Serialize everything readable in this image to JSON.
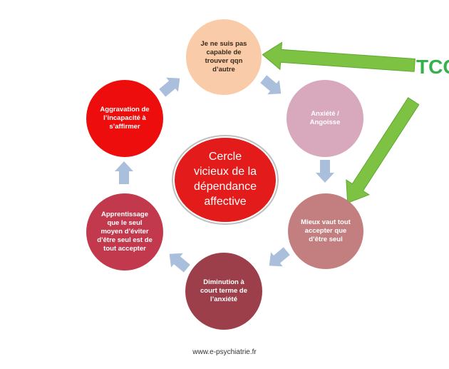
{
  "colors": {
    "arrow_blue": "#a9bfdc",
    "arrow_green": "#7dc242",
    "arrow_green_stroke": "#5ea932",
    "tcc_green": "#33b14b",
    "center_fill": "#e31a1a",
    "center_stroke": "#9b2020"
  },
  "diagram": {
    "center": {
      "text": "Cercle\nvicieux de la\ndépendance\naffective",
      "color": "#e41b1b"
    },
    "nodes": [
      {
        "text": "Je ne suis pas\ncapable de\ntrouver qqn\nd’autre",
        "color": "#f9cba8",
        "text_color": "#3a2a1a"
      },
      {
        "text": "Anxiété /\nAngoisse",
        "color": "#d8a8bc",
        "text_color": "#ffffff"
      },
      {
        "text": "Mieux vaut tout\naccepter que\nd’être seul",
        "color": "#c37f7f",
        "text_color": "#ffffff"
      },
      {
        "text": "Diminution à\ncourt terme de\nl’anxiété",
        "color": "#9c3f4a",
        "text_color": "#ffffff"
      },
      {
        "text": "Apprentissage\nque le seul\nmoyen d’éviter\nd’être seul est de\ntout accepter",
        "color": "#c2394d",
        "text_color": "#ffffff"
      },
      {
        "text": "Aggravation de\nl’incapacité à\ns’affirmer",
        "color": "#ee0d0d",
        "text_color": "#ffffff"
      }
    ],
    "label": "TCC",
    "footer": "www.e-psychiatrie.fr"
  }
}
